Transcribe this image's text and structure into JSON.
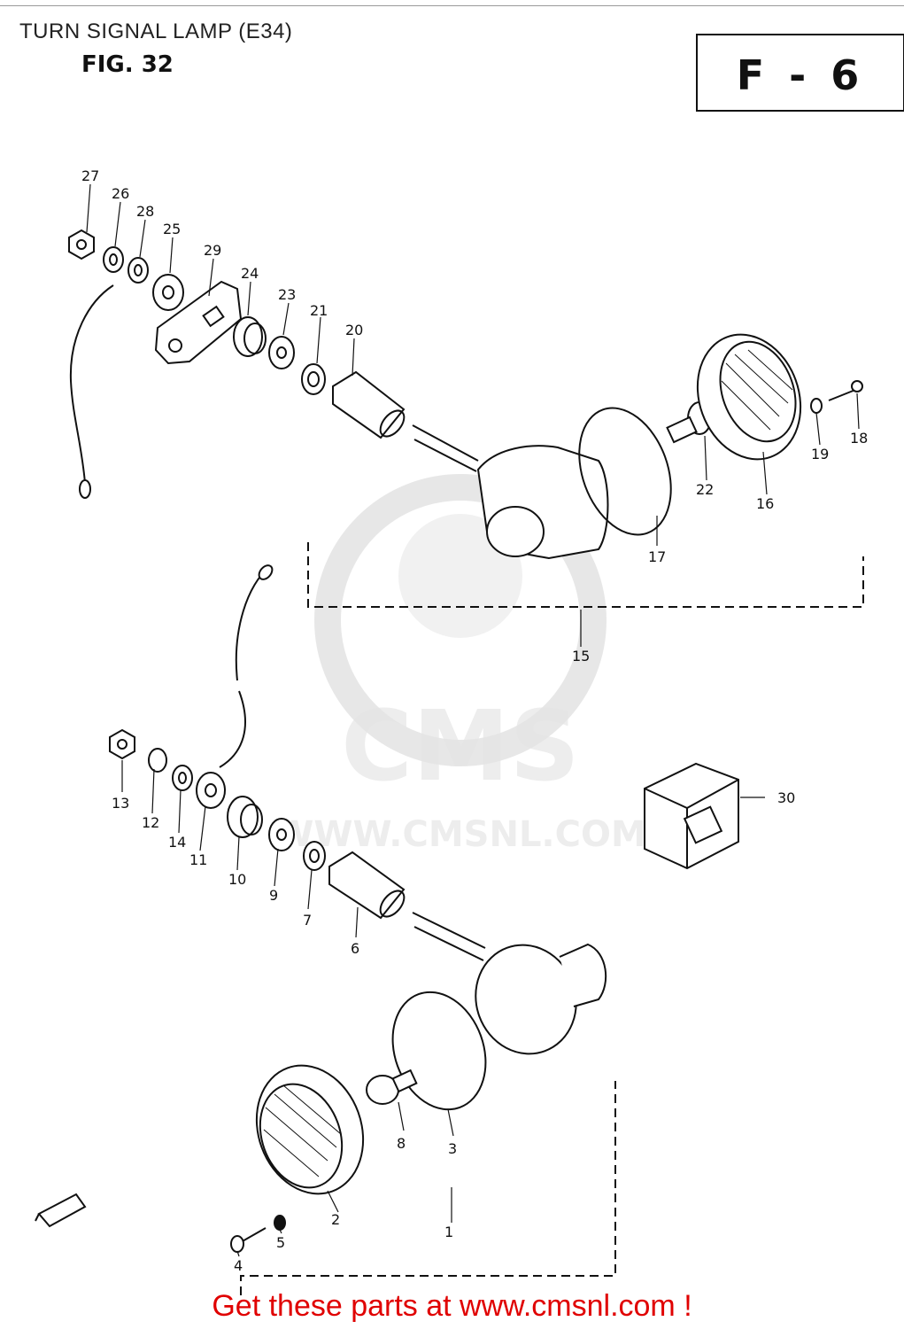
{
  "header": {
    "title": "TURN SIGNAL LAMP (E34)",
    "figure": "FIG. 32",
    "section_code": "F - 6"
  },
  "watermark": {
    "brand": "CMS",
    "url": "WWW.CMSNL.COM"
  },
  "callouts": {
    "c1": "1",
    "c2": "2",
    "c3": "3",
    "c4": "4",
    "c5": "5",
    "c6": "6",
    "c7": "7",
    "c8": "8",
    "c9": "9",
    "c10": "10",
    "c11": "11",
    "c12": "12",
    "c13": "13",
    "c14": "14",
    "c15": "15",
    "c16": "16",
    "c17": "17",
    "c18": "18",
    "c19": "19",
    "c20": "20",
    "c21": "21",
    "c22": "22",
    "c23": "23",
    "c24": "24",
    "c25": "25",
    "c26": "26",
    "c27": "27",
    "c28": "28",
    "c29": "29",
    "c30": "30"
  },
  "footer": {
    "promo": "Get these parts at www.cmsnl.com !"
  },
  "colors": {
    "line": "#111111",
    "watermark": "#cfcfcf",
    "promo": "#e00000"
  }
}
